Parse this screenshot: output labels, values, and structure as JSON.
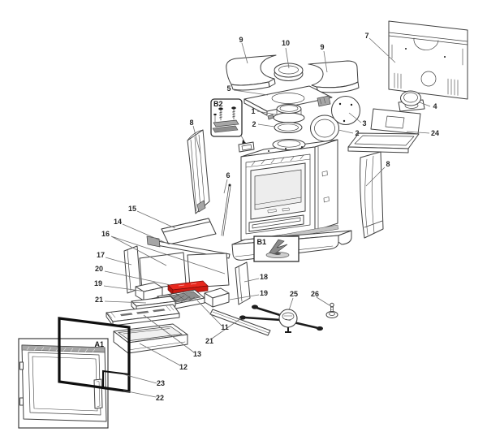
{
  "diagram": {
    "background_color": "#ffffff",
    "line_color": "#3f3f3f",
    "highlight_color": "#e8281e",
    "callouts": {
      "c9l": "9",
      "c10": "10",
      "c9r": "9",
      "c7": "7",
      "c5": "5",
      "c1": "1",
      "c2a": "2",
      "c2b": "2",
      "c3": "3",
      "c4": "4",
      "c24": "24",
      "c8l": "8",
      "c8r": "8",
      "c6": "6",
      "c15": "15",
      "c14": "14",
      "c16": "16",
      "c17": "17",
      "c20": "20",
      "c19l": "19",
      "c19r": "19",
      "c21l": "21",
      "c21r": "21",
      "c18": "18",
      "c25": "25",
      "c26": "26",
      "c11": "11",
      "c13": "13",
      "c12": "12",
      "c23": "23",
      "c22": "22"
    },
    "detail_boxes": {
      "a1": "A1",
      "b1": "B1",
      "b2": "B2"
    }
  }
}
